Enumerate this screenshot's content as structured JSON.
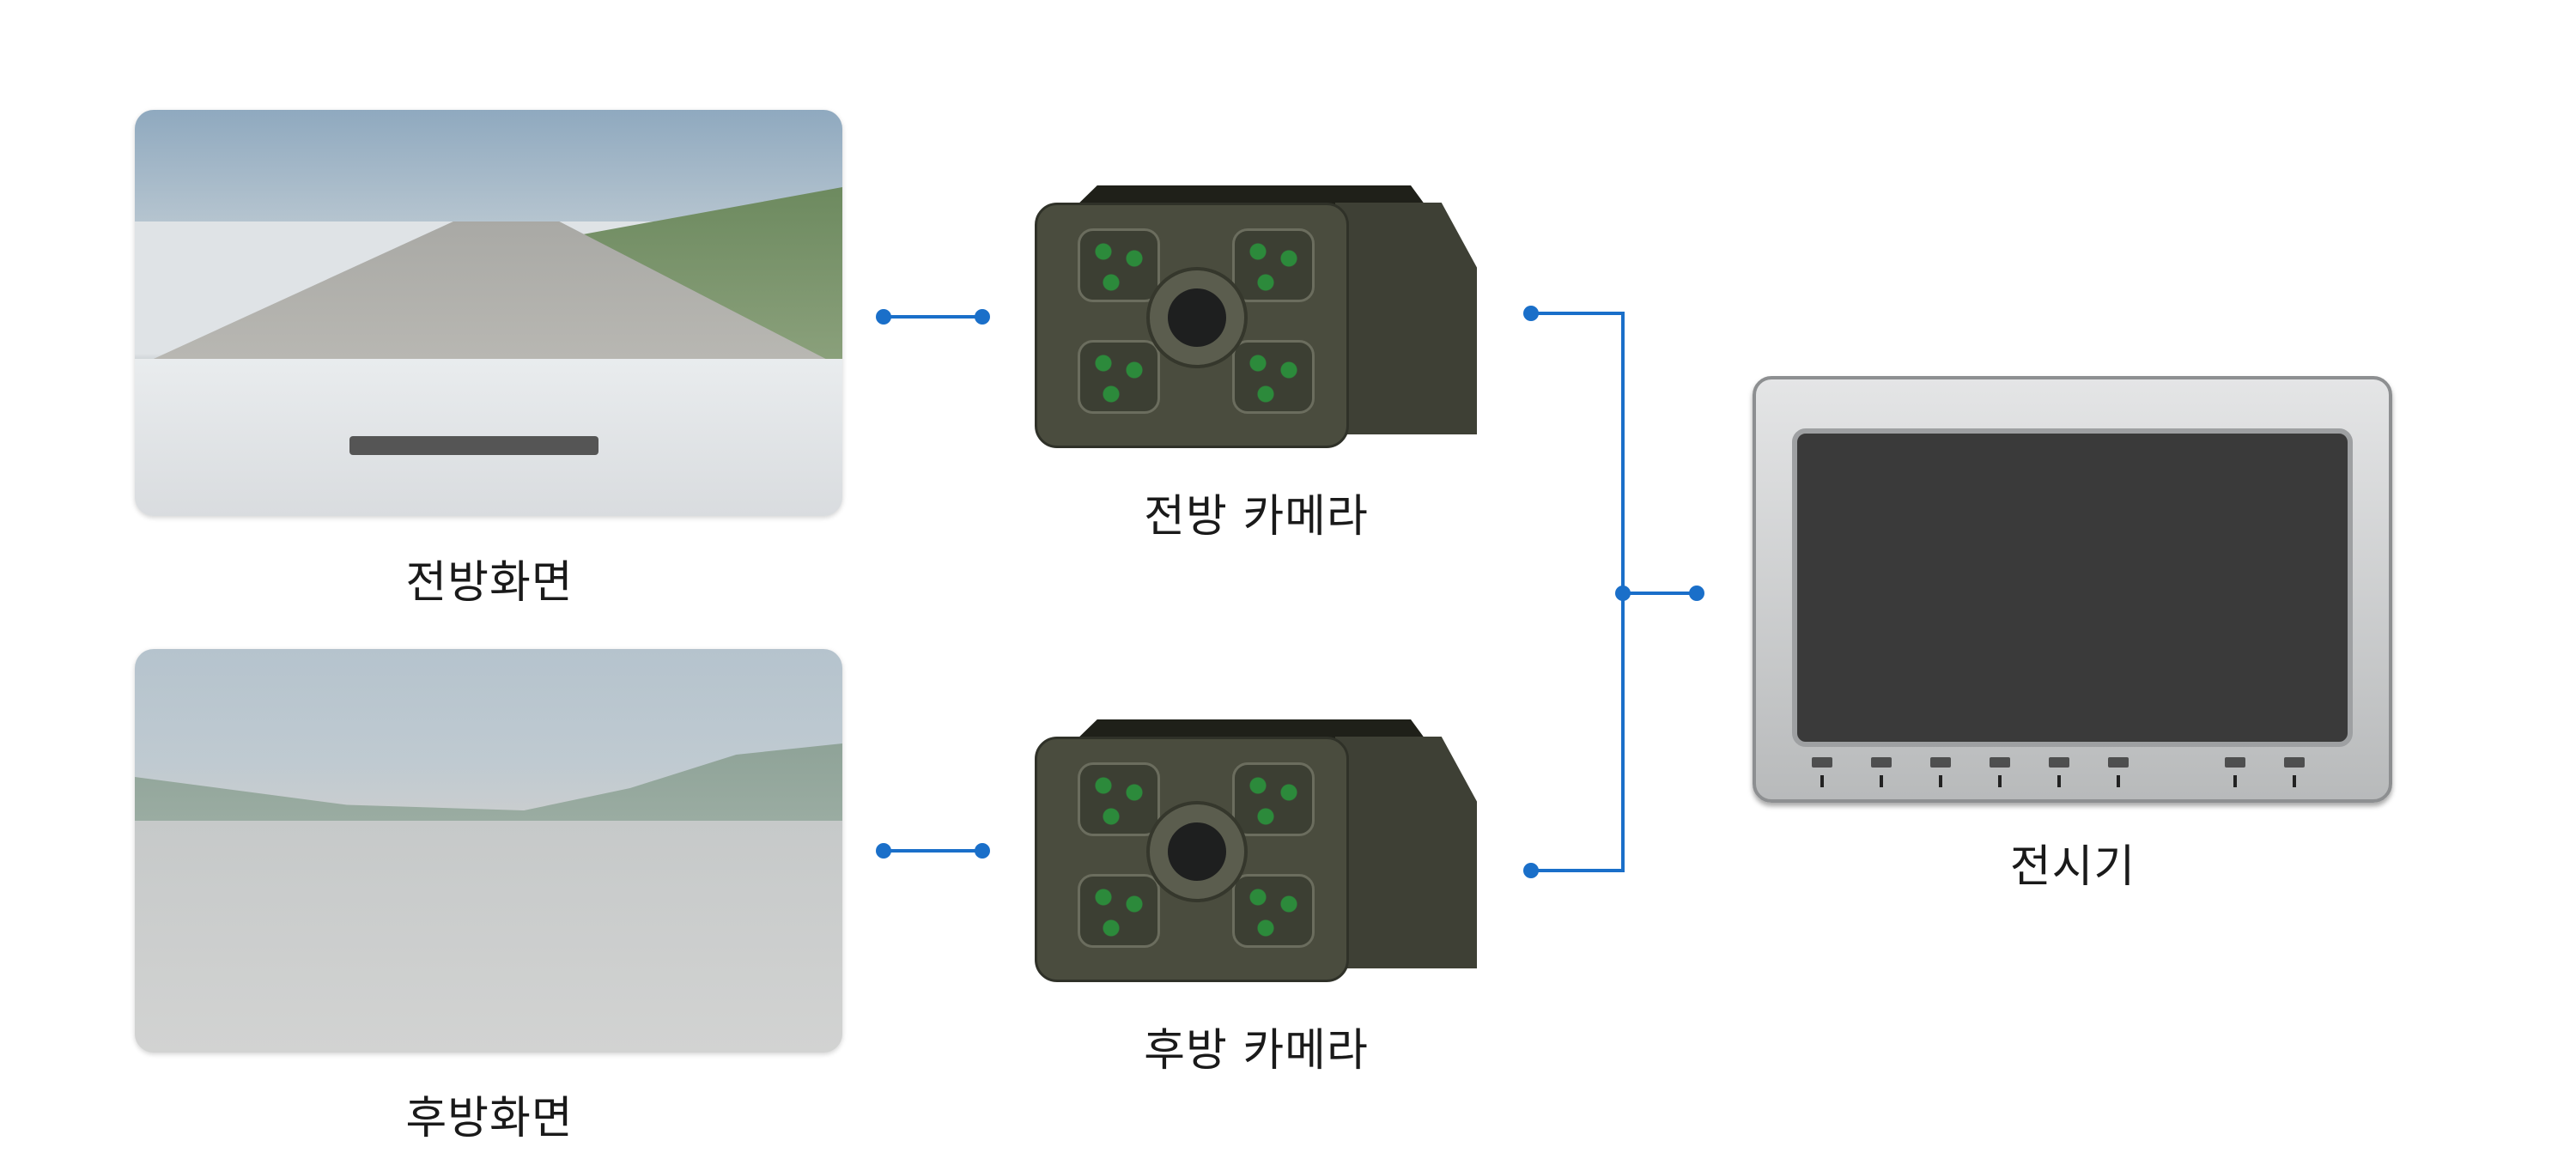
{
  "views": {
    "front_label": "전방화면",
    "rear_label": "후방화면"
  },
  "cameras": {
    "front_label": "전방 카메라",
    "rear_label": "후방 카메라"
  },
  "display": {
    "label": "전시기"
  },
  "colors": {
    "connector": "#1a6fc9",
    "camera_body": "#4a4c3e",
    "led": "#2c8a3b"
  }
}
